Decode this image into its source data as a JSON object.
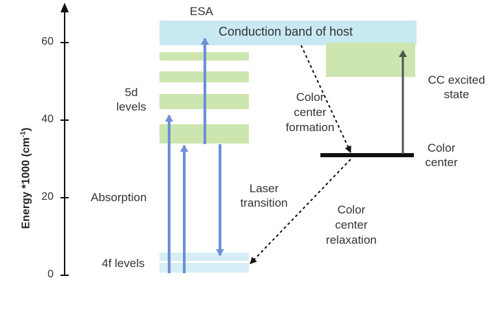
{
  "colors": {
    "band_blue": "#c9e9f2",
    "level_green": "#cde6b0",
    "arrow_blue": "#6f8fd8",
    "arrow_gray": "#555555",
    "line_black": "#111111"
  },
  "axis": {
    "title": "Energy *1000 (cm",
    "title_sup": "-1",
    "title_end": ")",
    "ticks": [
      "0",
      "20",
      "40",
      "60"
    ]
  },
  "labels": {
    "esa": "ESA",
    "conduction_band": "Conduction band of host",
    "levels_5d": [
      "5d",
      "levels"
    ],
    "levels_4f": "4f levels",
    "absorption": "Absorption",
    "laser_transition": [
      "Laser",
      "transition"
    ],
    "cc_formation": [
      "Color",
      "center",
      "formation"
    ],
    "cc_excited": [
      "CC excited",
      "state"
    ],
    "color_center": [
      "Color",
      "center"
    ],
    "cc_relaxation": [
      "Color",
      "center",
      "relaxation"
    ]
  }
}
